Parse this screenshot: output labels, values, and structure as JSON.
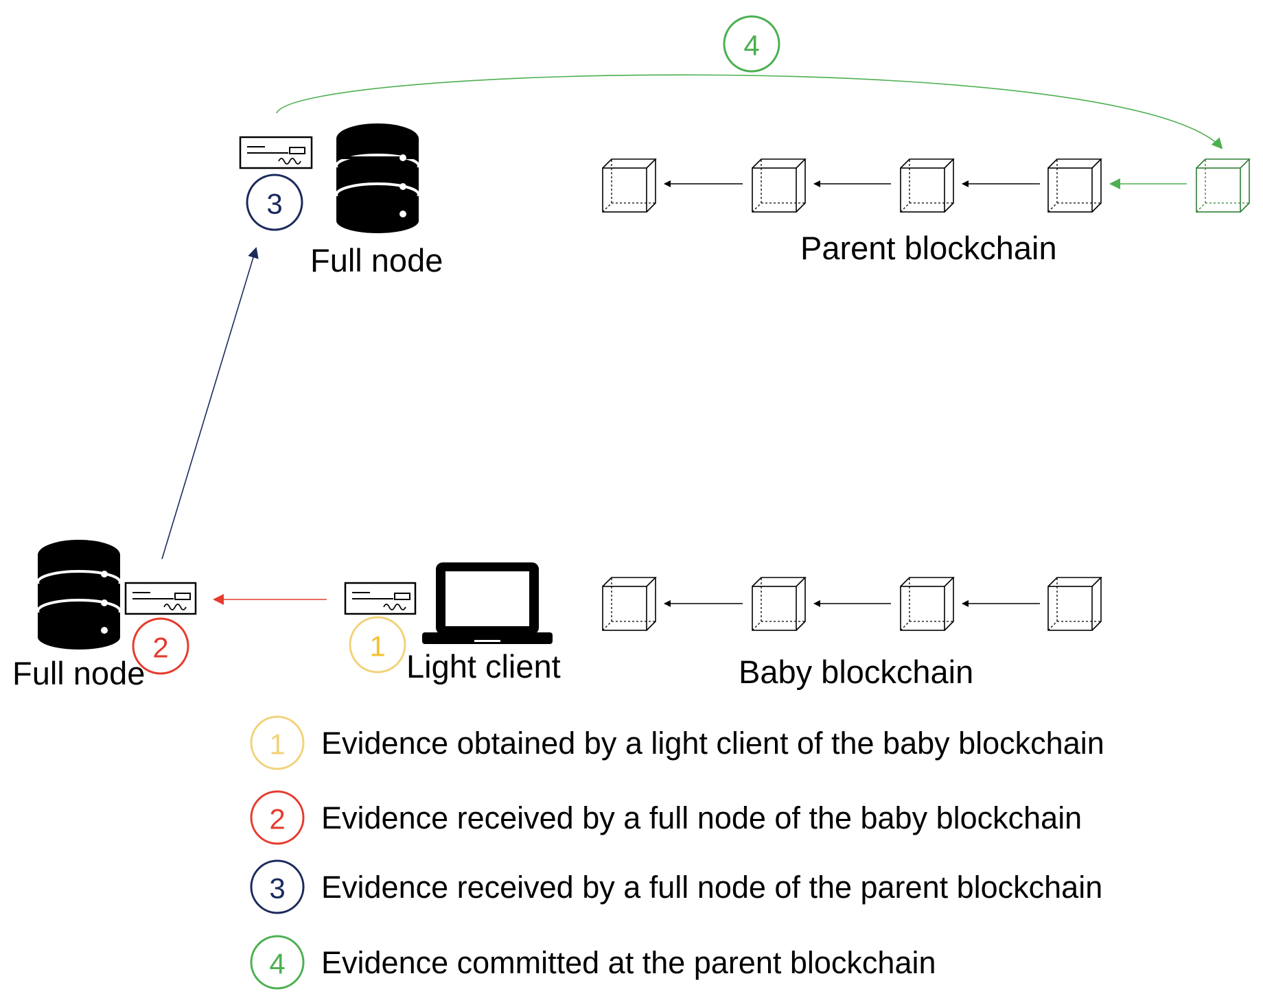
{
  "labels": {
    "full_node_top": "Full node",
    "full_node_bottom": "Full node",
    "light_client": "Light client",
    "parent_chain": "Parent blockchain",
    "baby_chain": "Baby blockchain"
  },
  "steps": {
    "s1": "1",
    "s2": "2",
    "s3": "3",
    "s4": "4"
  },
  "legend": [
    {
      "num": "1",
      "text": "Evidence obtained by a light client of the baby blockchain",
      "color": "#F2D27A"
    },
    {
      "num": "2",
      "text": "Evidence received by a full node of the baby blockchain",
      "color": "#E63B2E"
    },
    {
      "num": "3",
      "text": "Evidence received by a full node of the parent blockchain",
      "color": "#1B2A5C"
    },
    {
      "num": "4",
      "text": "Evidence committed at the parent blockchain",
      "color": "#4CAF50"
    }
  ],
  "colors": {
    "step1": "#F2D27A",
    "step2": "#E63B2E",
    "step3": "#1B2A5C",
    "step4": "#4CAF50",
    "block": "#000000",
    "committed_block": "#2E7D32"
  },
  "icons": {
    "database": "database-icon",
    "laptop": "laptop-icon",
    "evidence": "evidence-document-icon",
    "block": "block-cube-icon"
  }
}
